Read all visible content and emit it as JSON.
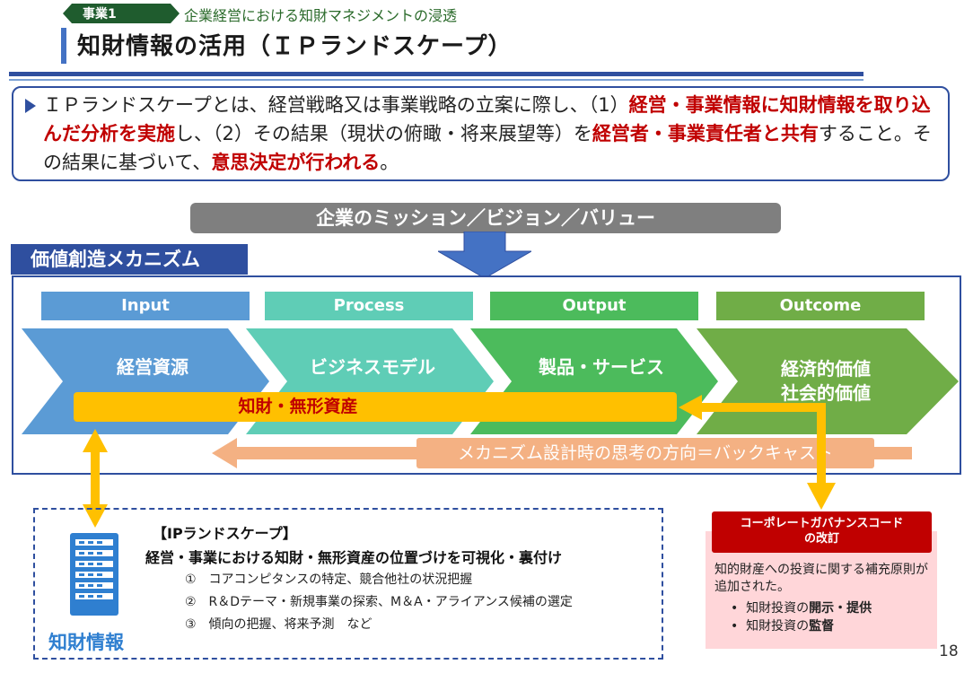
{
  "header": {
    "tag": "事業1",
    "subtitle": "企業経営における知財マネジメントの浸透",
    "title": "知財情報の活用（ＩＰランドスケープ）"
  },
  "definition": {
    "p1": "ＩＰランドスケープとは、経営戦略又は事業戦略の立案に際し、（1）",
    "r1": "経営・事業情報に知財情報を取り込んだ分析を実施",
    "p2": "し、（2）その結果（現状の俯瞰・将来展望等）を",
    "r2": "経営者・事業責任者と共有",
    "p3": "すること。その結果に基づいて、",
    "r3": "意思決定が行われる",
    "p4": "。"
  },
  "mission": "企業のミッション／ビジョン／バリュー",
  "mechanism": {
    "label": "価値創造メカニズム",
    "phases": [
      "Input",
      "Process",
      "Output",
      "Outcome"
    ],
    "stages": [
      "経営資源",
      "ビジネスモデル",
      "製品・サービス",
      "経済的価値",
      "社会的価値"
    ],
    "ip_assets": "知財・無形資産",
    "backcast": "メカニズム設計時の思考の方向＝バックキャスト"
  },
  "ip_landscape": {
    "title": "【IPランドスケープ】",
    "heading": "経営・事業における知財・無形資産の位置づけを可視化・裏付け",
    "items": [
      "①　コアコンピタンスの特定、競合他社の状況把握",
      "②　R＆Dテーマ・新規事業の探索、M＆A・アライアンス候補の選定",
      "③　傾向の把握、将来予測　など"
    ],
    "info_label": "知財情報"
  },
  "governance": {
    "header_line1": "コーポレートガバナンスコード",
    "header_line2": "の改訂",
    "body": "知的財産への投資に関する補充原則が追加された。",
    "bullet1_pre": "知財投資の",
    "bullet1_bold": "開示・提供",
    "bullet2_pre": "知財投資の",
    "bullet2_bold": "監督"
  },
  "page_number": "18",
  "colors": {
    "navy": "#2f4f9f",
    "red": "#c00000",
    "gold": "#ffc000",
    "salmon": "#f4b183"
  }
}
